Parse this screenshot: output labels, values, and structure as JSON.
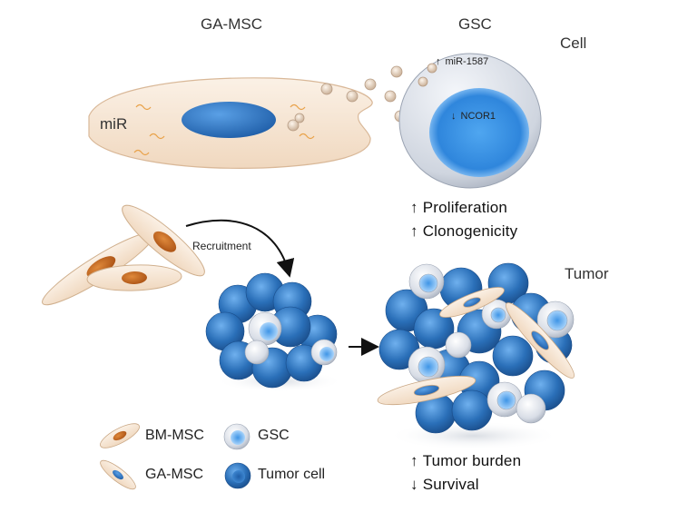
{
  "headings": {
    "ga_msc": "GA-MSC",
    "gsc": "GSC",
    "cell": "Cell",
    "tumor": "Tumor"
  },
  "cell_labels": {
    "mir": "miR",
    "mir_1587": "miR-1587",
    "ncor1": "NCOR1",
    "recruitment": "Recruitment"
  },
  "effects": {
    "proliferation": "Proliferation",
    "clonogenicity": "Clonogenicity",
    "tumor_burden": "Tumor burden",
    "survival": "Survival"
  },
  "arrows": {
    "up": "↑",
    "down": "↓"
  },
  "legend": {
    "bm_msc": "BM-MSC",
    "ga_msc": "GA-MSC",
    "gsc": "GSC",
    "tumor_cell": "Tumor cell"
  },
  "colors": {
    "msc_body": "#f6e4d2",
    "nucleus_blue": "#2f77c4",
    "nucleus_orange": "#c9641c",
    "gsc_shell": "#d8dde6",
    "tumor_blue": "#2a6fb8"
  }
}
